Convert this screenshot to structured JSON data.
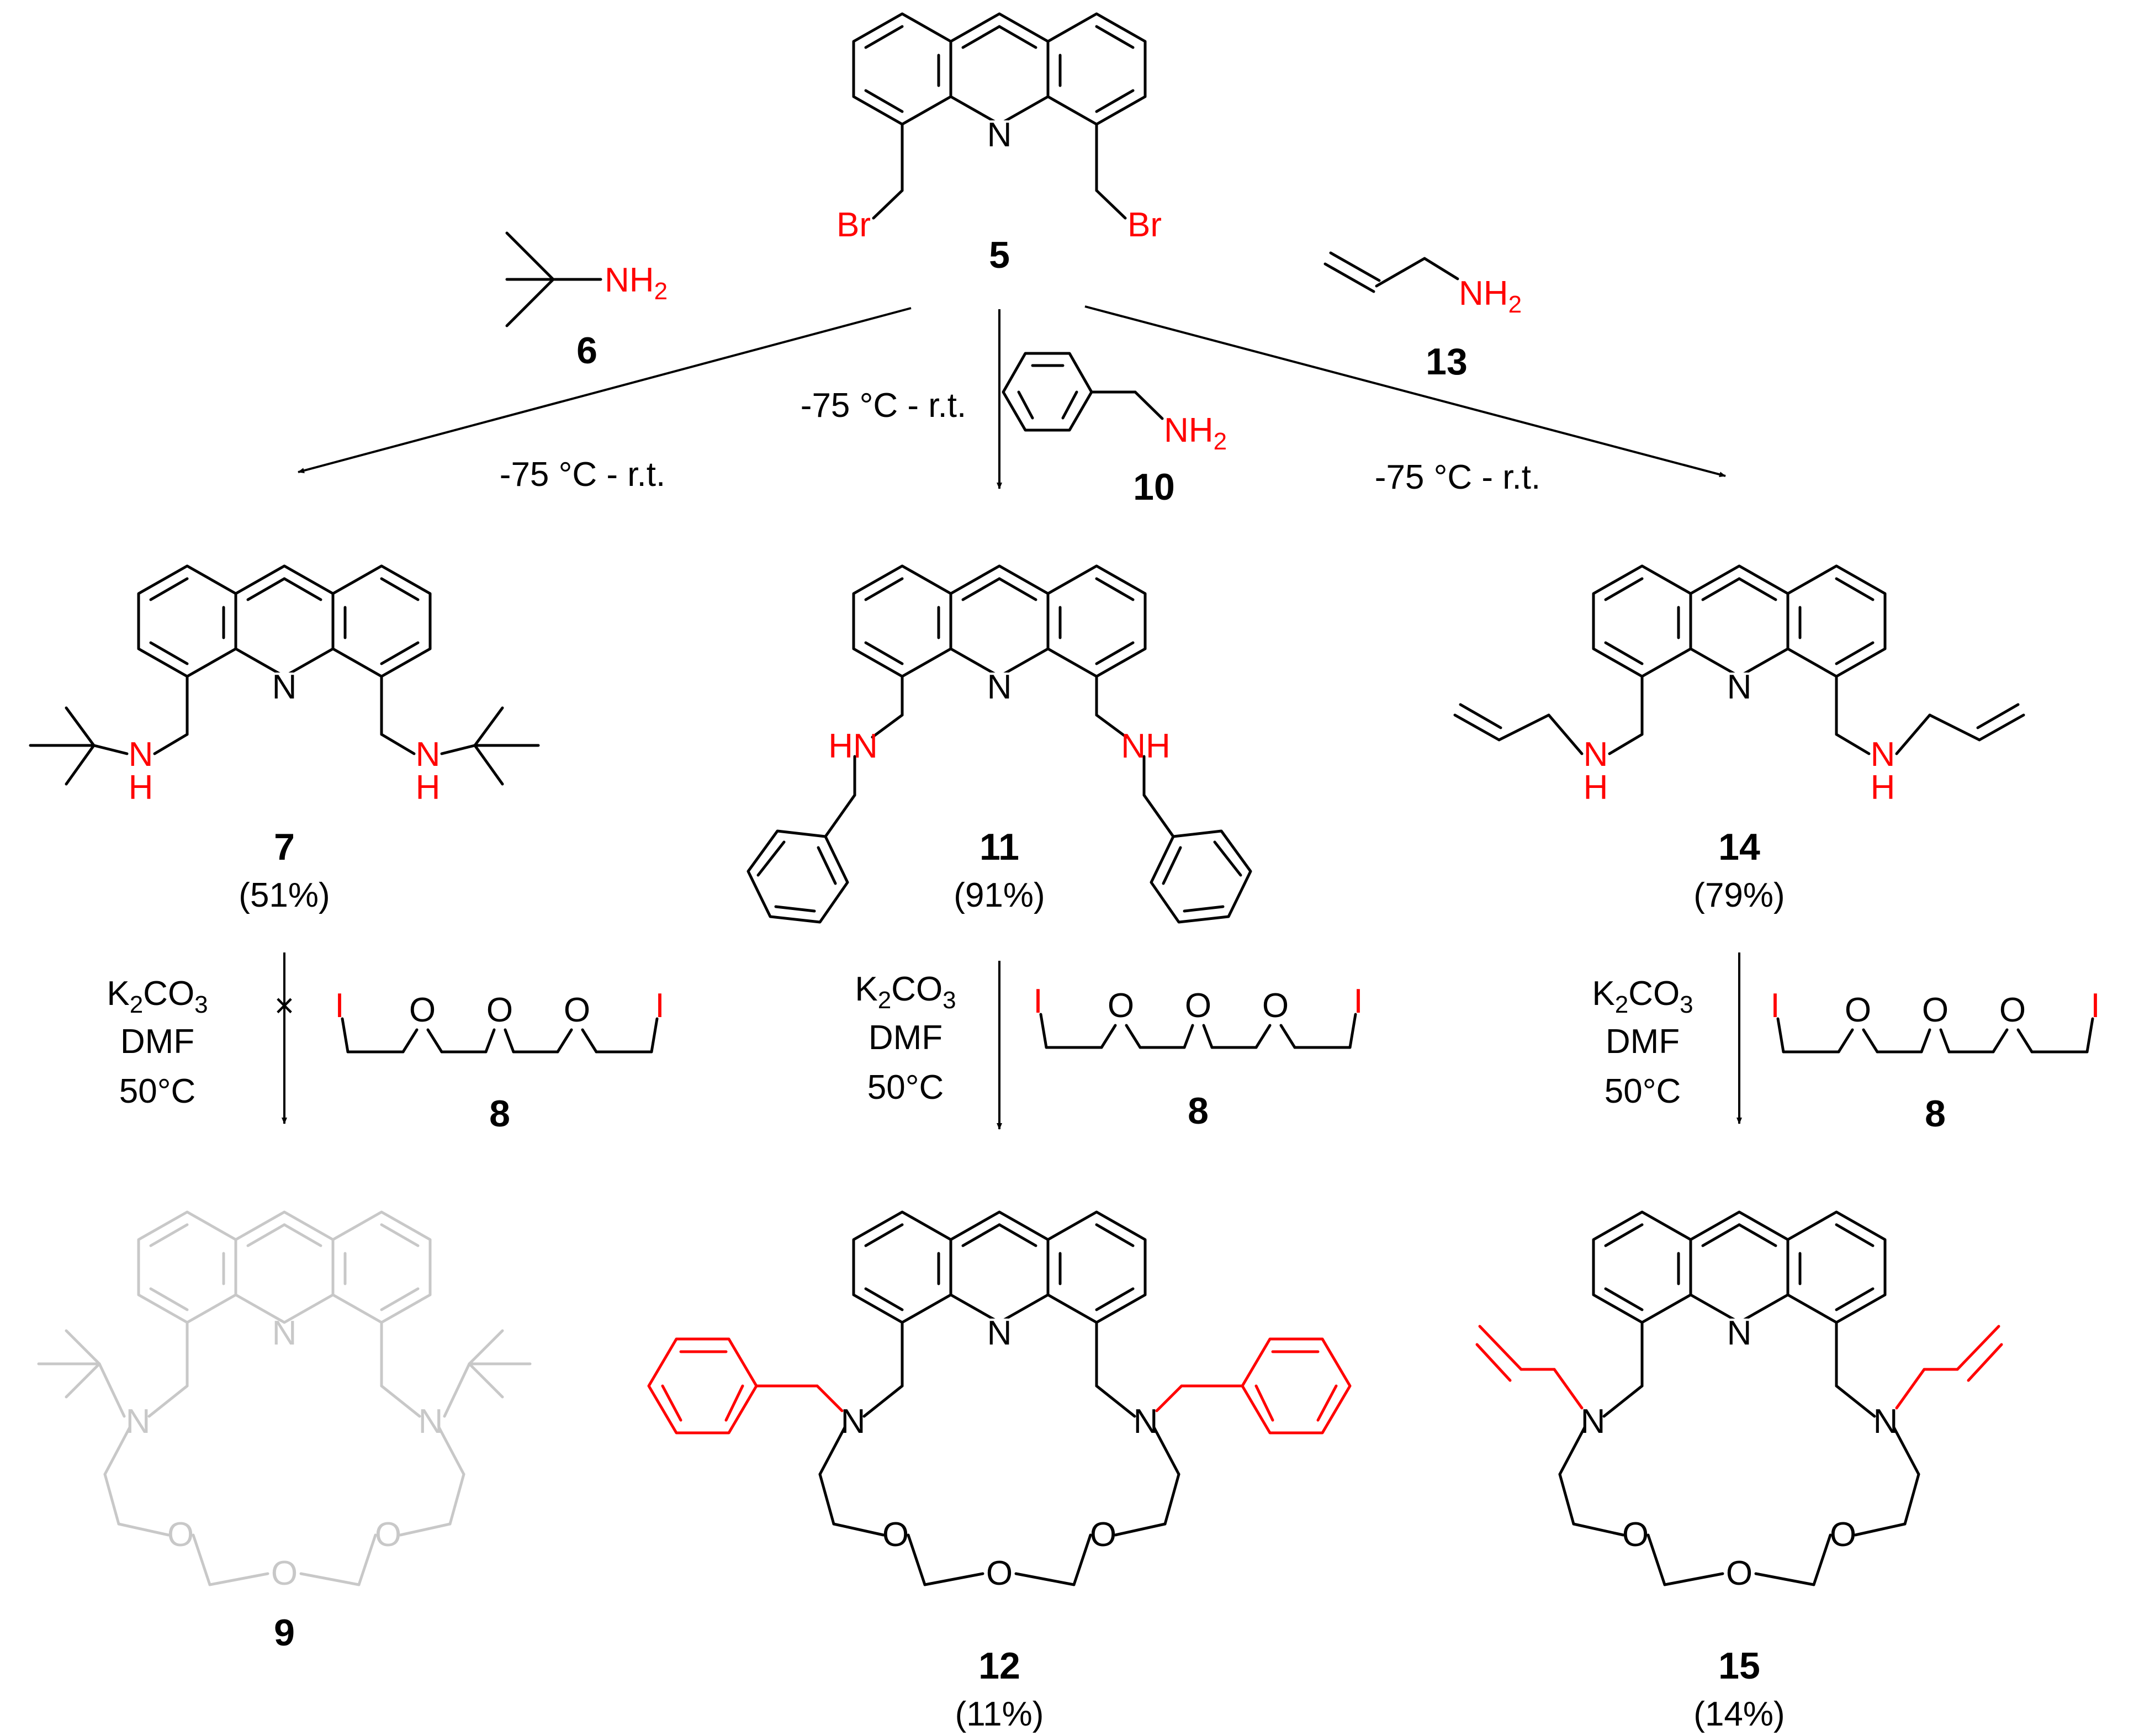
{
  "colors": {
    "bond": "#000000",
    "heteroatom": "#ff0000",
    "failed": "#c8c8c8"
  },
  "atoms": {
    "N": "N",
    "O": "O",
    "I": "I",
    "Br": "Br",
    "HN": "HN",
    "NH": "NH",
    "H": "H",
    "NH2": "NH",
    "sub2": "2"
  },
  "compounds": {
    "c5": {
      "number": "5"
    },
    "c6": {
      "number": "6"
    },
    "c10": {
      "number": "10"
    },
    "c13": {
      "number": "13"
    },
    "c7": {
      "number": "7",
      "yield": "(51%)"
    },
    "c11": {
      "number": "11",
      "yield": "(91%)"
    },
    "c14": {
      "number": "14",
      "yield": "(79%)"
    },
    "c8": {
      "number": "8"
    },
    "c9": {
      "number": "9"
    },
    "c12": {
      "number": "12",
      "yield": "(11%)"
    },
    "c15": {
      "number": "15",
      "yield": "(14%)"
    }
  },
  "conditions": {
    "step1": "-75 °C - r.t.",
    "k2co3": {
      "k": "K",
      "sub2": "2",
      "co": "CO",
      "sub3": "3"
    },
    "solvent": "DMF",
    "temperature": "50°C",
    "failed_mark": "×"
  }
}
